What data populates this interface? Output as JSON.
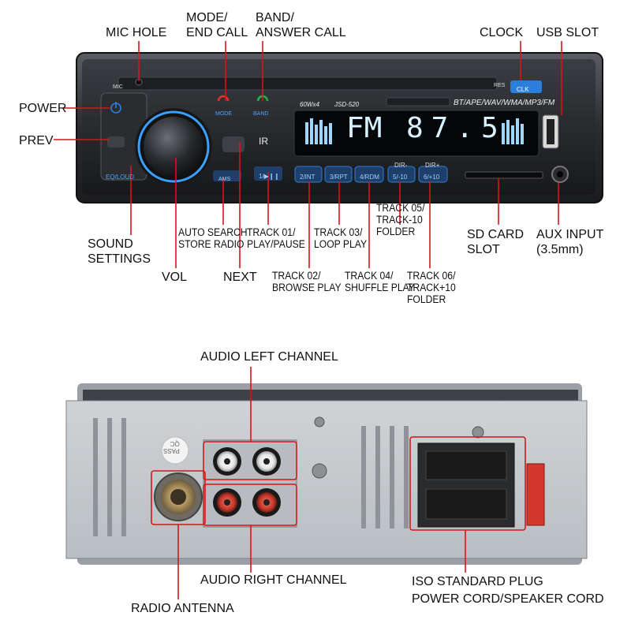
{
  "front": {
    "callouts": {
      "mic_hole": "MIC HOLE",
      "mode_end_call": "MODE/\nEND CALL",
      "band_answer_call": "BAND/\nANSWER CALL",
      "clock": "CLOCK",
      "usb_slot": "USB SLOT",
      "power": "POWER",
      "prev": "PREV",
      "sound_settings": "SOUND\nSETTINGS",
      "vol": "VOL",
      "auto_search": "AUTO SEARCH\nSTORE RADIO",
      "next": "NEXT",
      "track01": "TRACK 01/\nPLAY/PAUSE",
      "track02": "TRACK 02/\nBROWSE PLAY",
      "track03": "TRACK 03/\nLOOP PLAY",
      "track04": "TRACK 04/\nSHUFFLE PLAY",
      "track05": "TRACK 05/\nTRACK-10\nFOLDER",
      "track06": "TRACK 06/\nTRACK+10\nFOLDER",
      "sd_card_slot": "SD CARD\nSLOT",
      "aux_input": "AUX INPUT\n(3.5mm)"
    },
    "panel": {
      "mic": "MIC",
      "mode": "MODE",
      "band": "BAND",
      "res": "RES",
      "clk": "CLK",
      "power_rating": "60Wx4",
      "model": "JSD-520",
      "formats": "BT/APE/WAV/WMA/MP3/FM",
      "eq_loud": "EQ/LOUD",
      "ams": "AMS",
      "play_btn": "1/▶❙❙",
      "btn2": "2/INT",
      "btn3": "3/RPT",
      "btn4": "4/RDM",
      "btn5": "5/-10",
      "btn6": "6/+10",
      "dir_minus": "DIR-",
      "dir_plus": "DIR+",
      "display_band": "FM",
      "display_freq": "87.5",
      "ir": "IR"
    }
  },
  "back": {
    "callouts": {
      "audio_left": "AUDIO LEFT CHANNEL",
      "audio_right": "AUDIO RIGHT CHANNEL",
      "radio_antenna": "RADIO ANTENNA",
      "iso_plug": "ISO STANDARD PLUG\nPOWER CORD/SPEAKER CORD"
    },
    "pass_sticker": "PASS\nQC"
  },
  "colors": {
    "callout_line": "#d8141c",
    "panel_blue": "#2b7fd8",
    "display_cyan": "#d9f2ff",
    "rca_red": "#c0392b"
  }
}
